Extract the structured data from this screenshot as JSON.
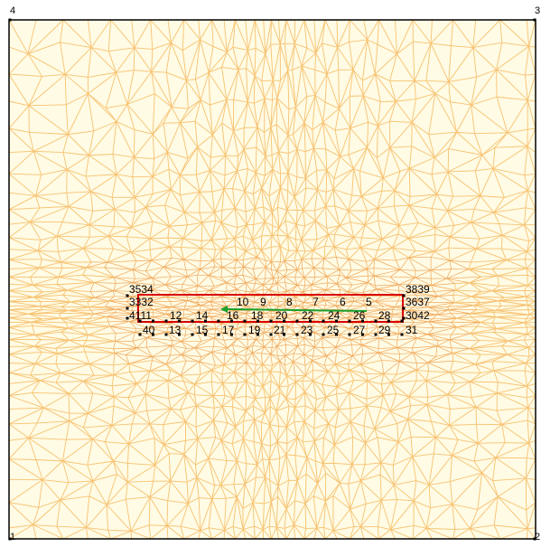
{
  "corner_labels": [
    "1",
    "2",
    "3",
    "4"
  ],
  "node_labels": [
    "3534",
    "3839",
    "3332",
    "3637",
    "10",
    "9",
    "8",
    "7",
    "6",
    "5",
    "4111",
    "12",
    "14",
    "16",
    "18",
    "20",
    "22",
    "24",
    "26",
    "28",
    "3042",
    "40",
    "13",
    "15",
    "17",
    "19",
    "21",
    "23",
    "25",
    "27",
    "29",
    "31"
  ],
  "colors": {
    "background": "#fffbe4",
    "mesh_line": "#f7c271",
    "dense_mesh": "#f0a85a",
    "boundary": "#000000",
    "domain_rect": "#d90000",
    "arrow": "#18a02a",
    "node": "#000000"
  }
}
